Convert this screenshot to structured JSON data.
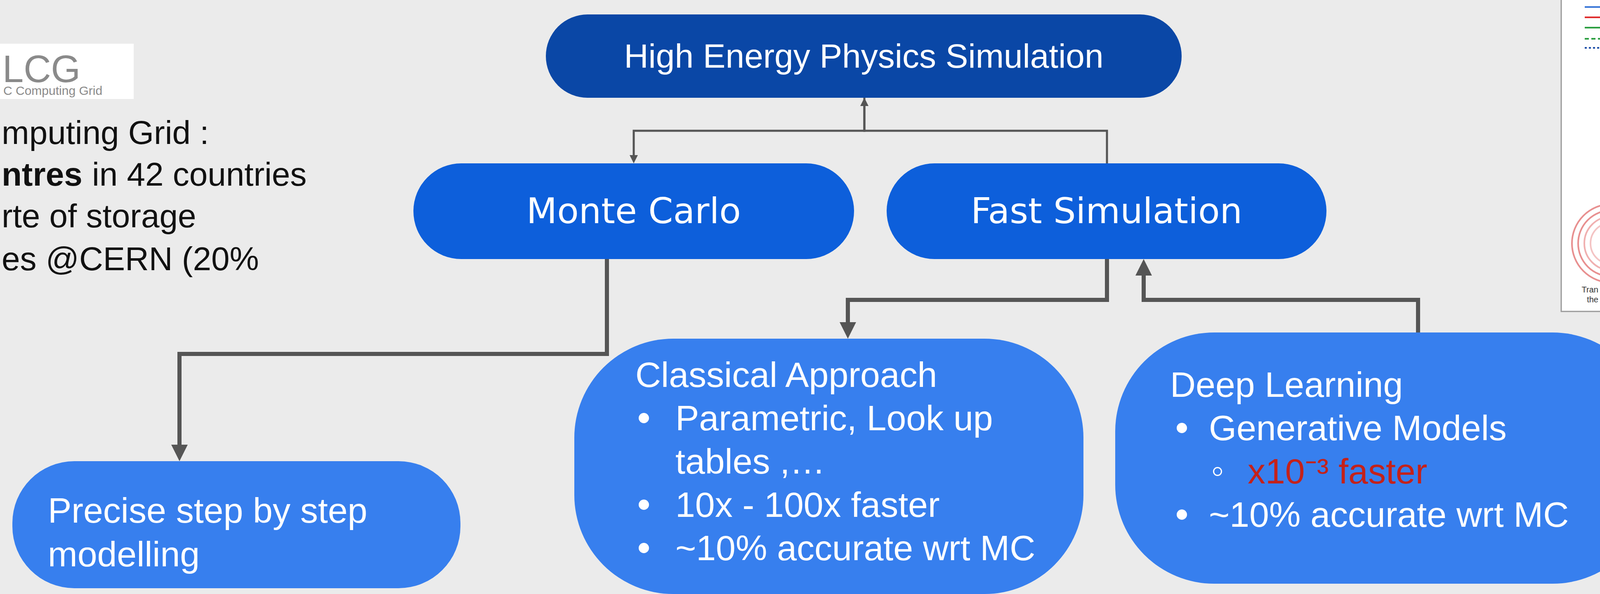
{
  "diagram": {
    "nodes": [
      {
        "text": [
          "High Energy Physics Simulation"
        ]
      },
      {
        "text": [
          "Monte Carlo"
        ]
      },
      {
        "text": [
          "Fast Simulation"
        ]
      },
      {
        "text": [
          "Precise step by step modelling"
        ]
      },
      {
        "text": [
          "Classical Approach",
          "Parametric, Look up tables ,…",
          "10x - 100x faster",
          "~10% accurate wrt MC"
        ]
      },
      {
        "text": [
          "Deep Learning",
          "Generative Models",
          "x10⁻³ faster",
          "~10% accurate wrt MC"
        ]
      }
    ],
    "edges": [
      {
        "from": 2,
        "to": 0,
        "arrow": "to"
      },
      {
        "from": 0,
        "to": 1,
        "arrow": "to"
      },
      {
        "from": 1,
        "to": 3,
        "arrow": "to"
      },
      {
        "from": 2,
        "to": 4,
        "arrow": "to"
      },
      {
        "from": 5,
        "to": 2,
        "arrow": "to"
      }
    ],
    "labels": [
      "LCG",
      "C Computing Grid",
      "mputing Grid :",
      "ntres",
      "in 42 countries",
      "rte of storage",
      "es @CERN (20%",
      "Tran",
      "the"
    ]
  }
}
